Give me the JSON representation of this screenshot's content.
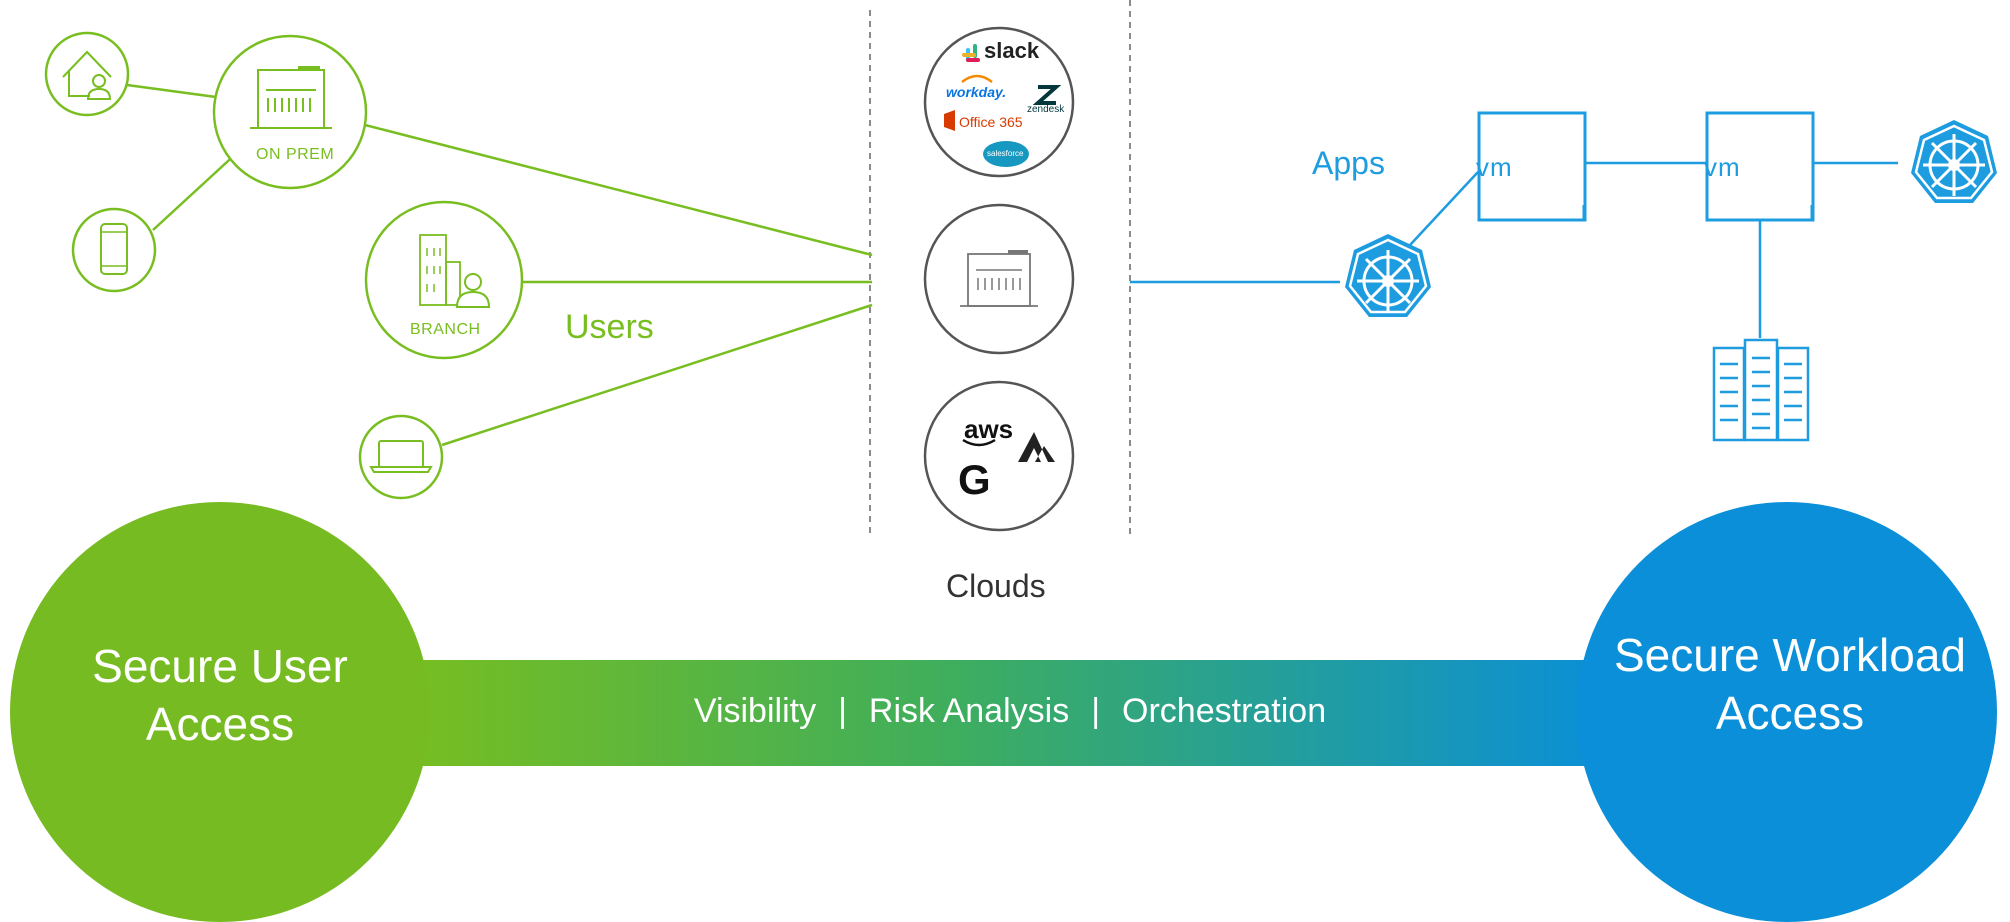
{
  "labels": {
    "users": "Users",
    "apps": "Apps",
    "clouds": "Clouds",
    "on_prem": "ON PREM",
    "branch": "BRANCH",
    "vm1": "vm",
    "vm2": "vm"
  },
  "user_access": {
    "line1": "Secure User",
    "line2": "Access"
  },
  "workload_access": {
    "line1": "Secure Workload",
    "line2": "Access"
  },
  "band": {
    "items": [
      "Visibility",
      "Risk Analysis",
      "Orchestration"
    ],
    "separator": "|"
  },
  "saas_logos": {
    "slack": "slack",
    "workday": "workday.",
    "zendesk": "zendesk",
    "office365": "Office 365",
    "salesforce": "salesforce"
  },
  "iaas_logos": {
    "aws": "aws",
    "google": "G"
  },
  "colors": {
    "green": "#78be20",
    "blue": "#1d9ce0",
    "gray": "#666666",
    "band_start": "#78be20",
    "band_end": "#0a8fd8"
  },
  "icons": [
    "home-user-icon",
    "mobile-icon",
    "building-icon",
    "branch-office-icon",
    "laptop-icon",
    "datacenter-icon",
    "kubernetes-icon",
    "server-stack-icon",
    "vm-icon"
  ]
}
